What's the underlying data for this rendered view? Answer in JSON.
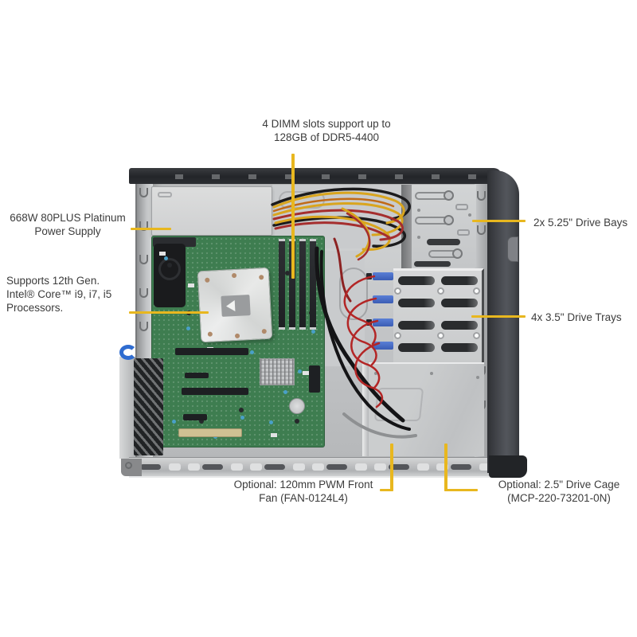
{
  "figure": {
    "description": "Annotated interior view of a tower server chassis",
    "callout_color": "#E8B71F",
    "palette": {
      "chassis_dark": "#27292D",
      "chassis_metal": "#C6C8CA",
      "motherboard_green": "#3E7D50",
      "cable_yellow": "#D9A51E",
      "cable_red": "#A52E2E",
      "sata_blue": "#3F63C0"
    },
    "callouts": {
      "dimm": {
        "text": "4 DIMM slots support up to\n128GB of DDR5-4400"
      },
      "psu": {
        "text": "668W 80PLUS Platinum\nPower Supply"
      },
      "cpu": {
        "text": "Supports 12th Gen.\nIntel® Core™ i9, i7, i5\nProcessors."
      },
      "bays": {
        "text": "2x 5.25\" Drive Bays"
      },
      "trays": {
        "text": "4x 3.5\" Drive Trays"
      },
      "fan": {
        "text": "Optional: 120mm PWM Front\nFan (FAN-0124L4)"
      },
      "cage": {
        "text": "Optional: 2.5\" Drive Cage\n(MCP-220-73201-0N)"
      }
    }
  }
}
